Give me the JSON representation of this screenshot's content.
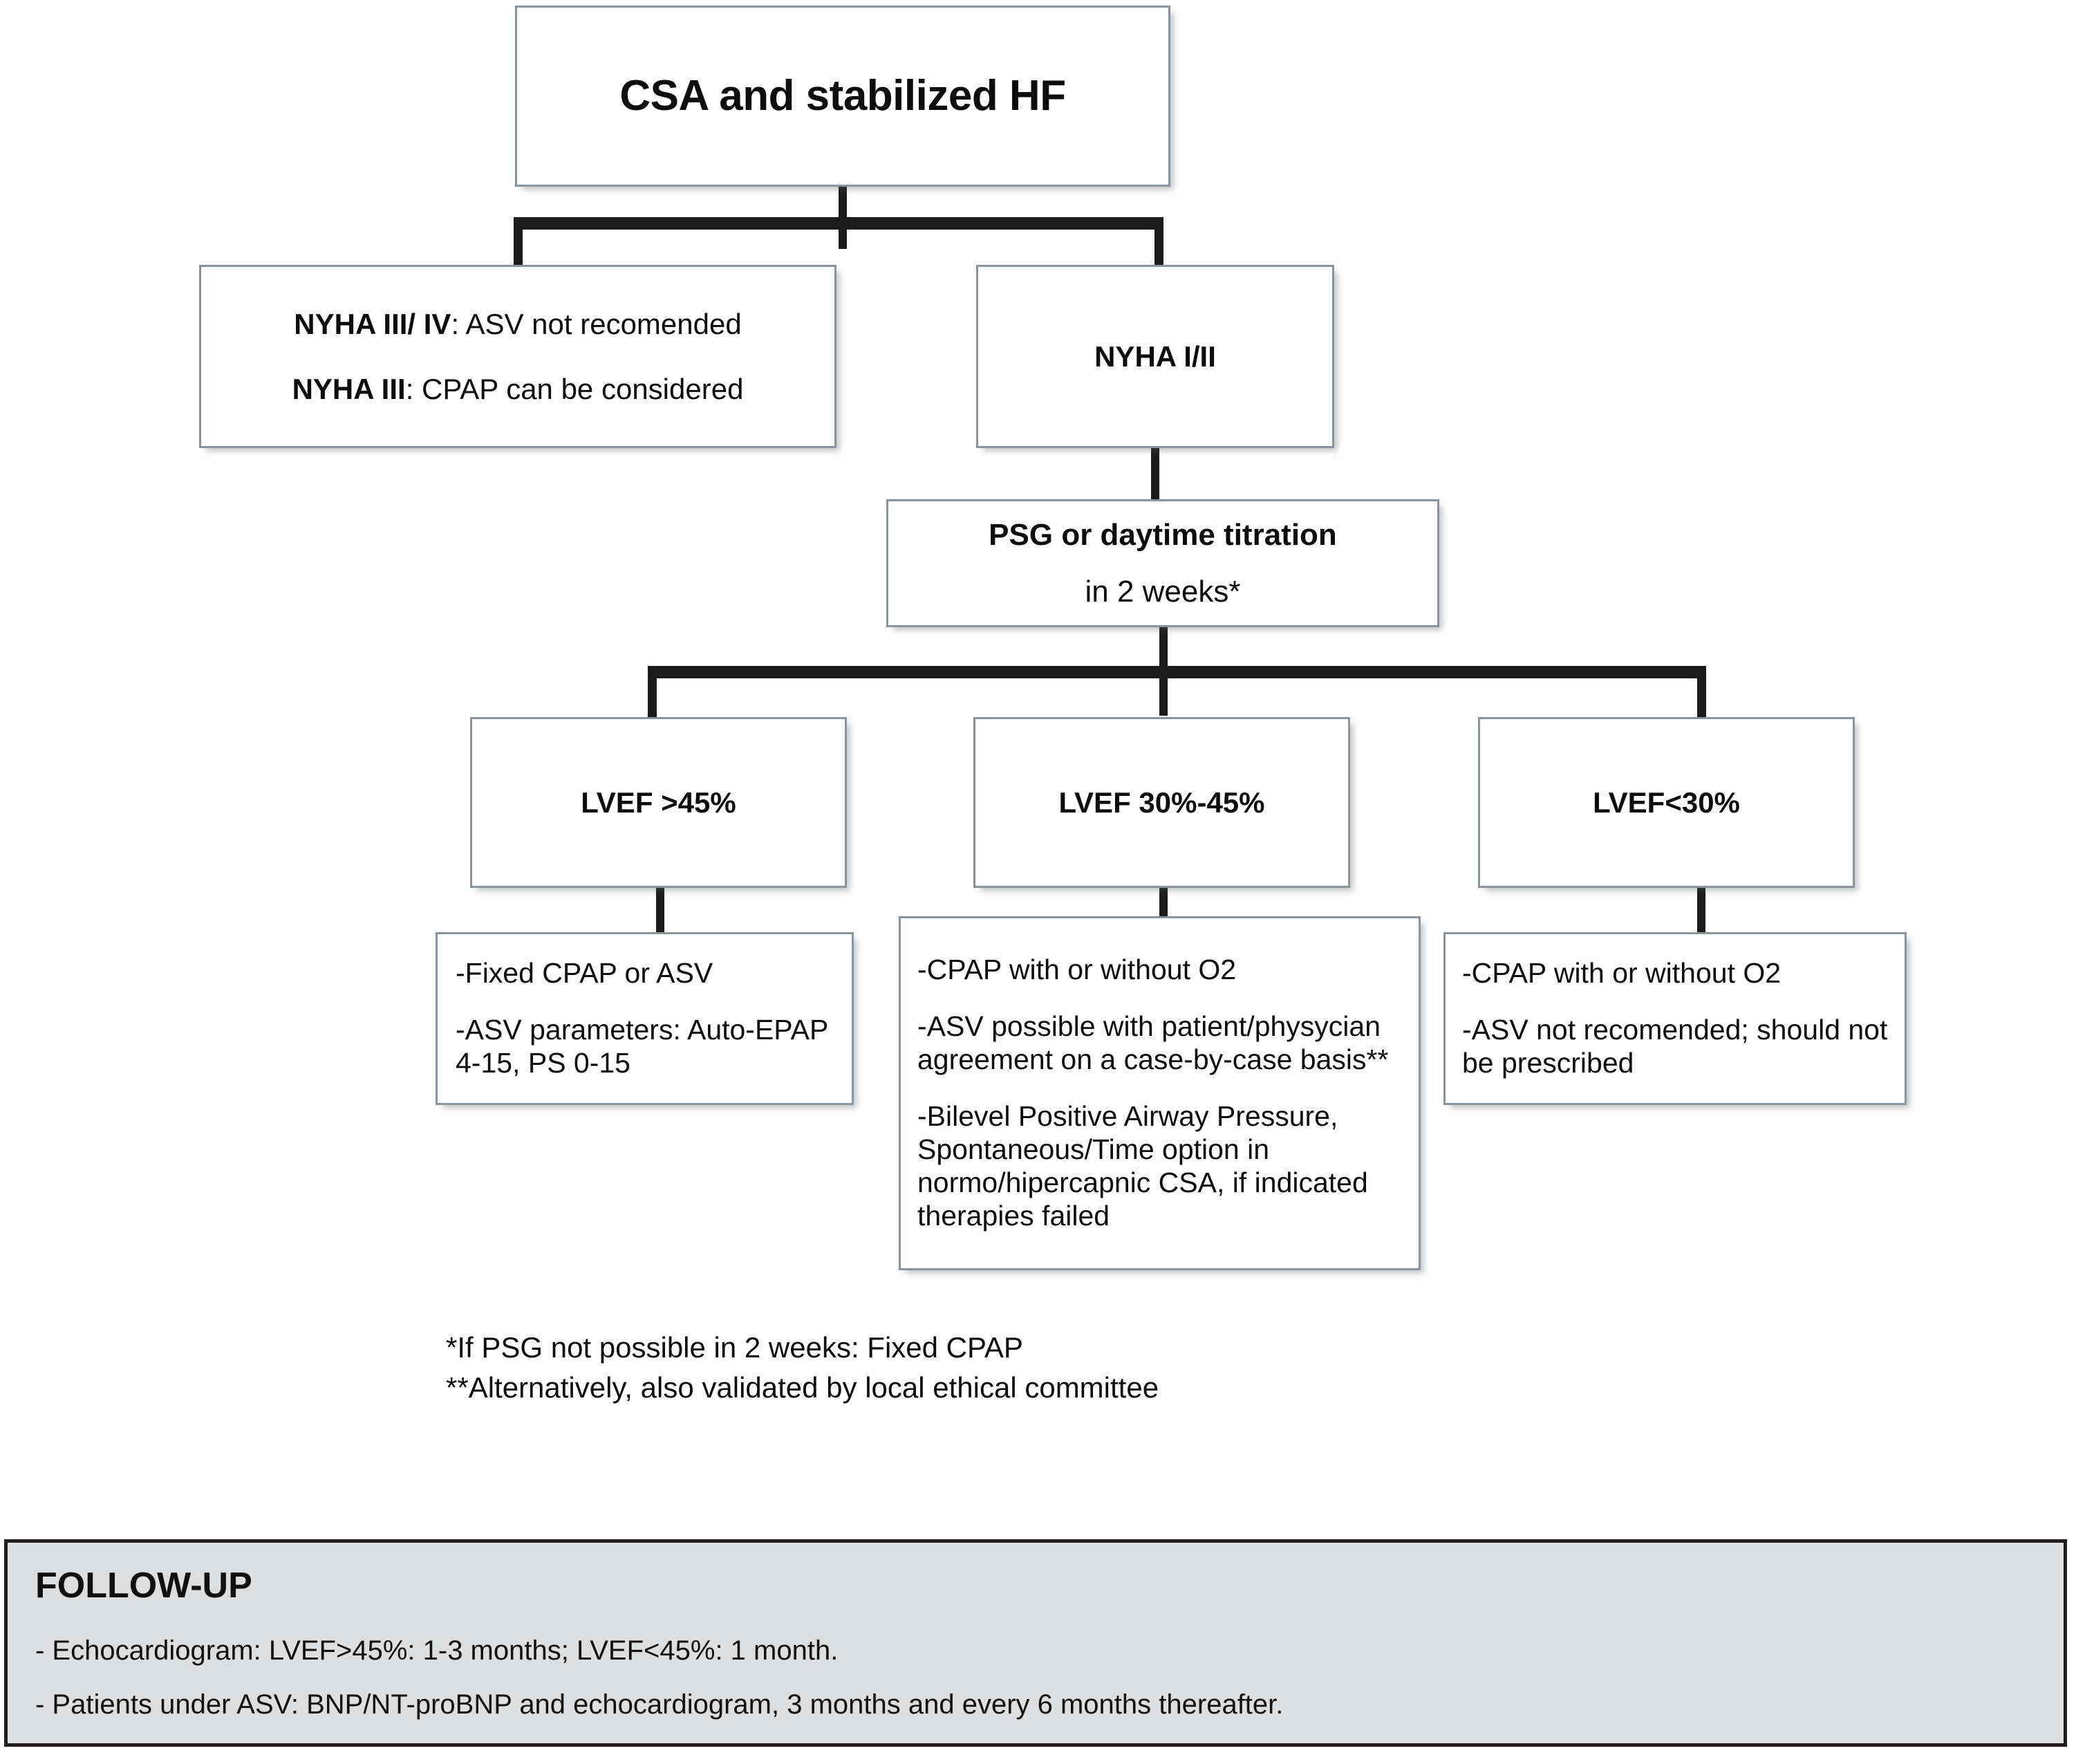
{
  "diagram": {
    "title": "CSA and stabilized HF",
    "nodes": {
      "root": {
        "label": "CSA and stabilized HF"
      },
      "nyha_3_4": {
        "lines": [
          {
            "bold": "NYHA III/ IV",
            "rest": ": ASV not recomended"
          },
          {
            "bold": "NYHA III",
            "rest": ": CPAP can be considered"
          }
        ]
      },
      "nyha_1_2": {
        "label": "NYHA I/II"
      },
      "psg": {
        "label": "PSG or daytime titration",
        "sublabel": "in 2 weeks*"
      },
      "lvef_high": {
        "label": "LVEF >45%"
      },
      "lvef_mid": {
        "label": "LVEF 30%-45%"
      },
      "lvef_low": {
        "label": "LVEF<30%"
      },
      "tx_high": {
        "lines": [
          "-Fixed CPAP or ASV",
          "-ASV parameters: Auto-EPAP 4-15, PS 0-15"
        ]
      },
      "tx_mid": {
        "lines": [
          "-CPAP with or without O2",
          "-ASV possible with patient/physycian agreement on a case-by-case basis**",
          "-Bilevel Positive Airway Pressure, Spontaneous/Time option in normo/hipercapnic CSA, if indicated therapies failed"
        ]
      },
      "tx_low": {
        "lines": [
          "-CPAP with or without O2",
          "-ASV not recomended; should not be prescribed"
        ]
      }
    },
    "footnotes": [
      "*If PSG not possible in 2 weeks: Fixed CPAP",
      "**Alternatively, also validated by local ethical committee"
    ],
    "followup": {
      "heading": "FOLLOW-UP",
      "items": [
        "- Echocardiogram: LVEF>45%: 1-3 months; LVEF<45%: 1 month.",
        "- Patients under ASV: BNP/NT-proBNP and echocardiogram, 3 months and every 6 months thereafter."
      ]
    },
    "colors": {
      "box_border": "#8b939c",
      "box_fill": "#ffffff",
      "connector": "#1b1b1b",
      "text": "#0d0d0d",
      "followup_fill": "#dcdee0",
      "followup_border": "#231f20"
    }
  }
}
